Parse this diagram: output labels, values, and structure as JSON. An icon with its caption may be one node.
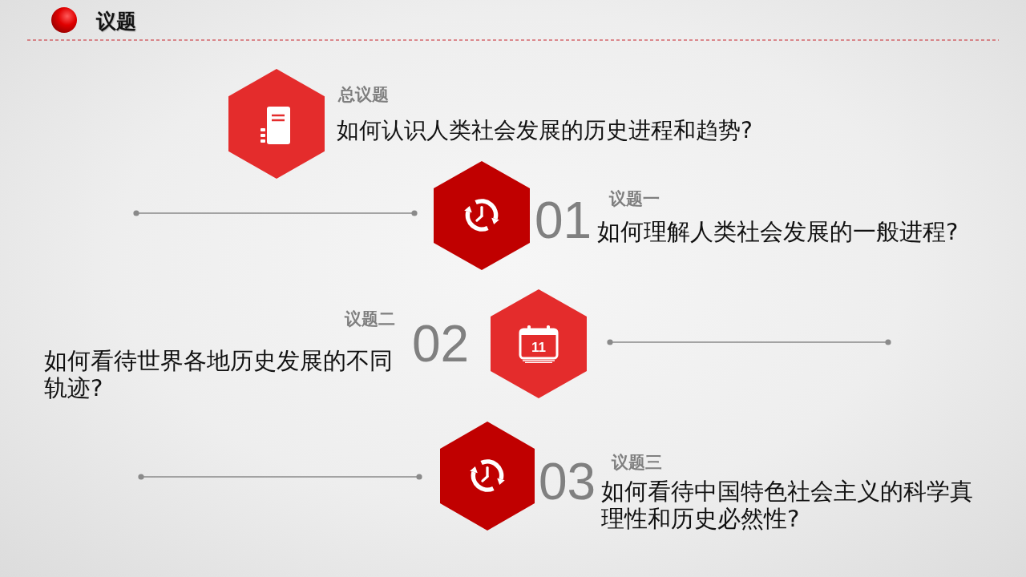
{
  "diagram": {
    "title": "议题",
    "nodes": [
      {
        "text": [],
        "shape": "hexagon",
        "beside": [
          "总议题",
          "如何认识人类社会发展的历史进程和趋势?"
        ]
      },
      {
        "text": [],
        "shape": "hexagon",
        "beside": [
          "01",
          "议题一",
          "如何理解人类社会发展的一般进程?"
        ]
      },
      {
        "text": [],
        "shape": "hexagon",
        "beside": [
          "议题二",
          "02",
          "如何看待世界各地历史发展的不同轨迹?"
        ]
      },
      {
        "text": [],
        "shape": "hexagon",
        "beside": [
          "03",
          "议题三",
          "如何看待中国特色社会主义的科学真理性和历史必然性?"
        ]
      }
    ],
    "labels": [
      "11"
    ]
  }
}
